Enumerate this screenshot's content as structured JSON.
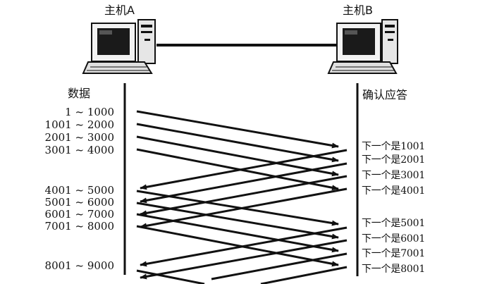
{
  "hosts": {
    "a": {
      "label": "主机A"
    },
    "b": {
      "label": "主机B"
    }
  },
  "headers": {
    "data": "数据",
    "ack": "确认应答"
  },
  "segments": [
    {
      "range": "1 ~ 1000"
    },
    {
      "range": "1001 ~ 2000"
    },
    {
      "range": "2001 ~ 3000"
    },
    {
      "range": "3001 ~ 4000"
    },
    {
      "range": "4001 ~ 5000"
    },
    {
      "range": "5001 ~ 6000"
    },
    {
      "range": "6001 ~ 7000"
    },
    {
      "range": "7001 ~ 8000"
    },
    {
      "range": "8001 ~ 9000"
    }
  ],
  "acks": [
    {
      "text": "下一个是1001"
    },
    {
      "text": "下一个是2001"
    },
    {
      "text": "下一个是3001"
    },
    {
      "text": "下一个是4001"
    },
    {
      "text": "下一个是5001"
    },
    {
      "text": "下一个是6001"
    },
    {
      "text": "下一个是7001"
    },
    {
      "text": "下一个是8001"
    }
  ],
  "colors": {
    "line": "#111111",
    "computer": "#222222"
  }
}
